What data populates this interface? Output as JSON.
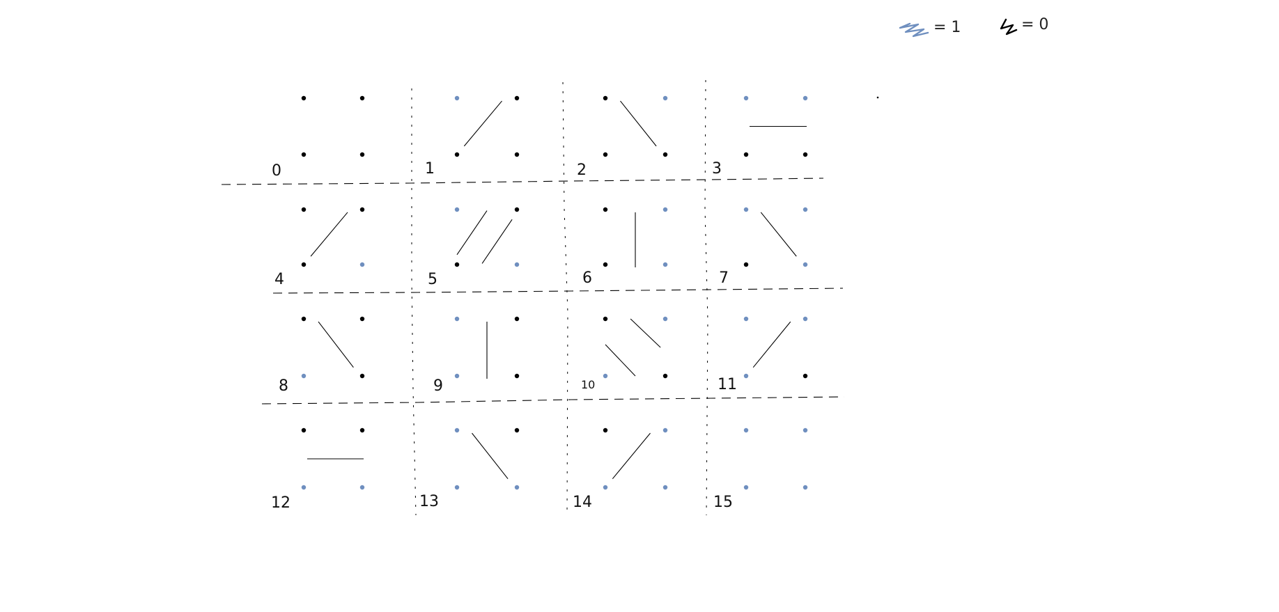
{
  "colors": {
    "one": "#6f8fbf",
    "zero": "#000000",
    "background": "#ffffff"
  },
  "legend": {
    "one_text": "= 1",
    "zero_text": "= 0"
  },
  "labels": [
    "0",
    "1",
    "2",
    "3",
    "4",
    "5",
    "6",
    "7",
    "8",
    "9",
    "10",
    "11",
    "12",
    "13",
    "14",
    "15"
  ],
  "cases": [
    {
      "label": "0",
      "corners": [
        0,
        0,
        0,
        0
      ],
      "edges": []
    },
    {
      "label": "1",
      "corners": [
        1,
        0,
        0,
        0
      ],
      "edges": [
        "diag-up"
      ]
    },
    {
      "label": "2",
      "corners": [
        0,
        1,
        0,
        0
      ],
      "edges": [
        "diag-down"
      ]
    },
    {
      "label": "3",
      "corners": [
        1,
        1,
        0,
        0
      ],
      "edges": [
        "horizontal"
      ]
    },
    {
      "label": "4",
      "corners": [
        0,
        0,
        0,
        1
      ],
      "edges": [
        "diag-up"
      ]
    },
    {
      "label": "5",
      "corners": [
        1,
        0,
        0,
        1
      ],
      "edges": [
        "diag-up",
        "diag-up"
      ]
    },
    {
      "label": "6",
      "corners": [
        0,
        1,
        0,
        1
      ],
      "edges": [
        "vertical"
      ]
    },
    {
      "label": "7",
      "corners": [
        1,
        1,
        0,
        1
      ],
      "edges": [
        "diag-down"
      ]
    },
    {
      "label": "8",
      "corners": [
        0,
        0,
        1,
        0
      ],
      "edges": [
        "diag-down"
      ]
    },
    {
      "label": "9",
      "corners": [
        1,
        0,
        1,
        0
      ],
      "edges": [
        "vertical"
      ]
    },
    {
      "label": "10",
      "corners": [
        0,
        1,
        1,
        0
      ],
      "edges": [
        "diag-down",
        "diag-down"
      ]
    },
    {
      "label": "11",
      "corners": [
        1,
        1,
        1,
        0
      ],
      "edges": [
        "diag-up"
      ]
    },
    {
      "label": "12",
      "corners": [
        0,
        0,
        1,
        1
      ],
      "edges": [
        "horizontal"
      ]
    },
    {
      "label": "13",
      "corners": [
        1,
        0,
        1,
        1
      ],
      "edges": [
        "diag-down"
      ]
    },
    {
      "label": "14",
      "corners": [
        0,
        1,
        1,
        1
      ],
      "edges": [
        "diag-up"
      ]
    },
    {
      "label": "15",
      "corners": [
        1,
        1,
        1,
        1
      ],
      "edges": []
    }
  ]
}
